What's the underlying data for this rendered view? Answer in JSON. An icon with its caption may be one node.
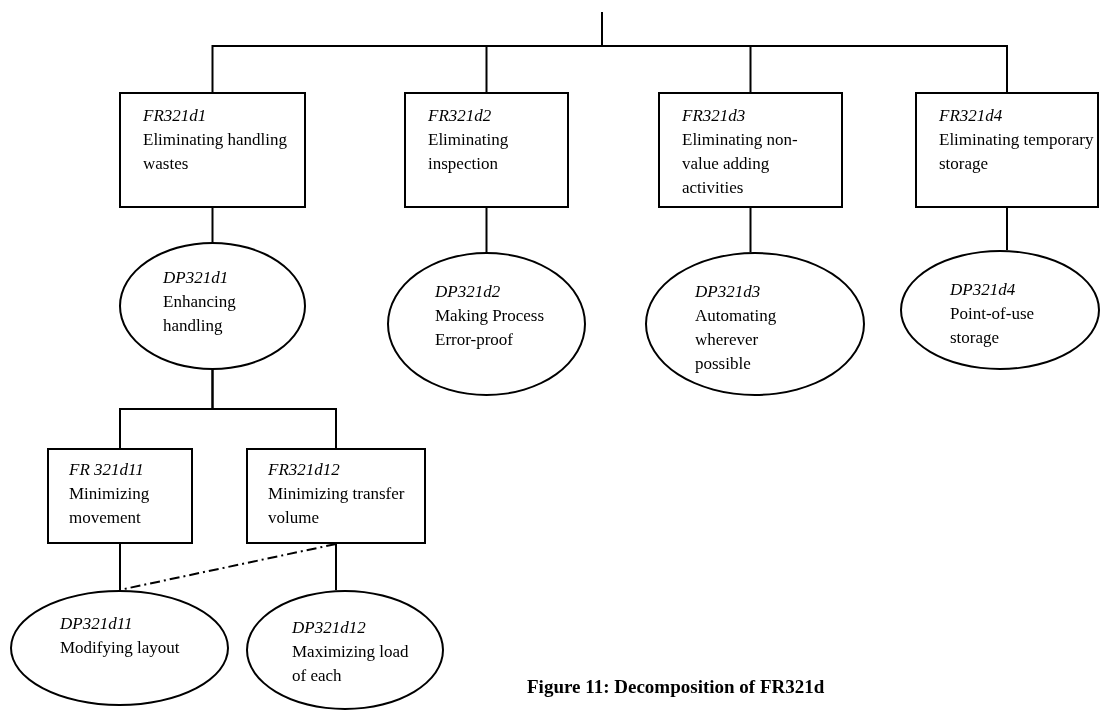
{
  "diagram": {
    "nodes": [
      {
        "text": [
          "FR321d1",
          "Eliminating handling wastes"
        ]
      },
      {
        "text": [
          "FR321d2",
          "Eliminating inspection"
        ]
      },
      {
        "text": [
          "FR321d3",
          "Eliminating non-value adding activities"
        ]
      },
      {
        "text": [
          "FR321d4",
          "Eliminating temporary storage"
        ]
      },
      {
        "text": [
          "DP321d1",
          "Enhancing handling"
        ]
      },
      {
        "text": [
          "DP321d2",
          "Making Process Error-proof"
        ]
      },
      {
        "text": [
          "DP321d3",
          "Automating wherever possible"
        ]
      },
      {
        "text": [
          "DP321d4",
          "Point-of-use storage"
        ]
      },
      {
        "text": [
          "FR 321d11",
          "Minimizing movement"
        ]
      },
      {
        "text": [
          "FR321d12",
          "Minimizing transfer volume"
        ]
      },
      {
        "text": [
          "DP321d11",
          "Modifying layout"
        ]
      },
      {
        "text": [
          "DP321d12",
          "Maximizing load of each"
        ]
      }
    ],
    "edges": [
      {
        "from": null,
        "to": 0,
        "arrow": "none"
      },
      {
        "from": null,
        "to": 1,
        "arrow": "none"
      },
      {
        "from": null,
        "to": 2,
        "arrow": "none"
      },
      {
        "from": null,
        "to": 3,
        "arrow": "none"
      },
      {
        "from": 0,
        "to": 4,
        "arrow": "none"
      },
      {
        "from": 1,
        "to": 5,
        "arrow": "none"
      },
      {
        "from": 2,
        "to": 6,
        "arrow": "none"
      },
      {
        "from": 3,
        "to": 7,
        "arrow": "none"
      },
      {
        "from": 4,
        "to": 8,
        "arrow": "none"
      },
      {
        "from": 4,
        "to": 9,
        "arrow": "none"
      },
      {
        "from": 8,
        "to": 10,
        "arrow": "none"
      },
      {
        "from": 9,
        "to": 11,
        "arrow": "none"
      },
      {
        "from": 9,
        "to": 10,
        "arrow": "none",
        "style": "dashed"
      }
    ],
    "caption": "Figure 11: Decomposition of FR321d"
  }
}
